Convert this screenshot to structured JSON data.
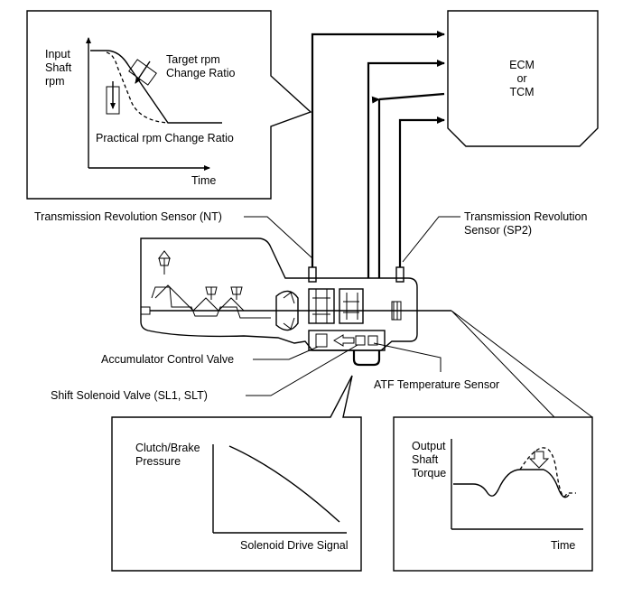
{
  "ecm_box": {
    "line1": "ECM",
    "line2": "or",
    "line3": "TCM"
  },
  "rpm_graph": {
    "ylabel_line1": "Input",
    "ylabel_line2": "Shaft",
    "ylabel_line3": "rpm",
    "target_line1": "Target rpm",
    "target_line2": "Change Ratio",
    "practical": "Practical rpm Change Ratio",
    "xlabel": "Time"
  },
  "labels": {
    "nt_sensor": "Transmission Revolution Sensor (NT)",
    "sp2_line1": "Transmission Revolution",
    "sp2_line2": "Sensor (SP2)",
    "accumulator": "Accumulator Control Valve",
    "solenoid": "Shift Solenoid Valve (SL1, SLT)",
    "atf": "ATF Temperature Sensor"
  },
  "pressure_graph": {
    "ylabel_line1": "Clutch/Brake",
    "ylabel_line2": "Pressure",
    "xlabel": "Solenoid Drive Signal"
  },
  "torque_graph": {
    "ylabel_line1": "Output",
    "ylabel_line2": "Shaft",
    "ylabel_line3": "Torque",
    "xlabel": "Time"
  }
}
